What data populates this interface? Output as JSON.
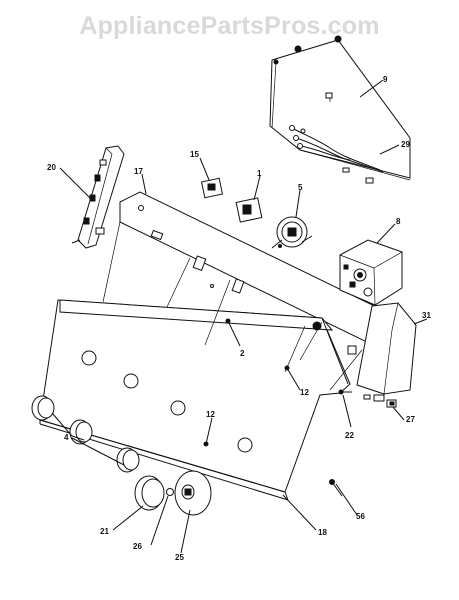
{
  "watermark": "AppliancePartsPros.com",
  "callouts": [
    {
      "id": "9",
      "text": "9"
    },
    {
      "id": "29",
      "text": "29"
    },
    {
      "id": "20",
      "text": "20"
    },
    {
      "id": "15",
      "text": "15"
    },
    {
      "id": "17",
      "text": "17"
    },
    {
      "id": "1",
      "text": "1"
    },
    {
      "id": "5",
      "text": "5"
    },
    {
      "id": "8",
      "text": "8"
    },
    {
      "id": "31",
      "text": "31"
    },
    {
      "id": "2",
      "text": "2"
    },
    {
      "id": "12a",
      "text": "12"
    },
    {
      "id": "12b",
      "text": "12"
    },
    {
      "id": "22",
      "text": "22"
    },
    {
      "id": "27",
      "text": "27"
    },
    {
      "id": "4",
      "text": "4"
    },
    {
      "id": "56",
      "text": "56"
    },
    {
      "id": "18",
      "text": "18"
    },
    {
      "id": "21",
      "text": "21"
    },
    {
      "id": "26",
      "text": "26"
    },
    {
      "id": "25",
      "text": "25"
    }
  ]
}
